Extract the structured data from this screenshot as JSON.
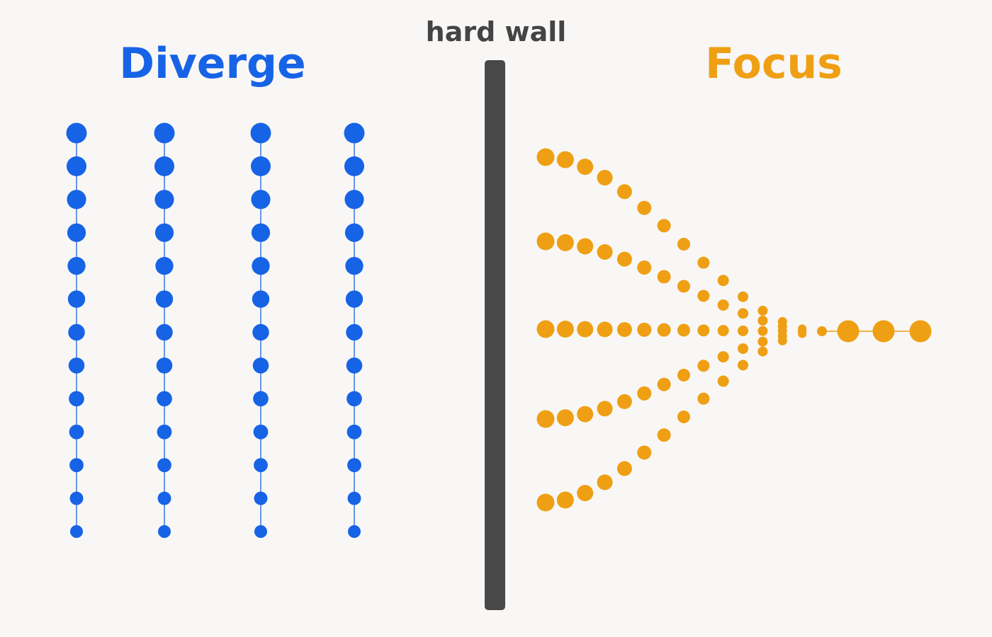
{
  "diagram": {
    "diverge_title": "Diverge",
    "focus_title": "Focus",
    "wall_label": "hard wall",
    "diverge_column_count": 4,
    "diverge_dots_per_column": 13,
    "focus_branch_count": 5,
    "focus_output_dots": 3
  },
  "colors": {
    "background": "#f8f7f5",
    "diverge": "#1763e6",
    "focus": "#ef9f14",
    "wall": "#484848",
    "wall_label": "#444444"
  }
}
